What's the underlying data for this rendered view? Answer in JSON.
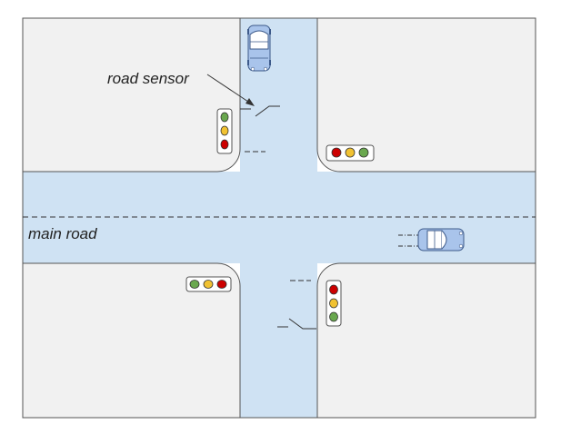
{
  "labels": {
    "road_sensor": "road sensor",
    "main_road": "main road"
  },
  "colors": {
    "block": "#f1f1f1",
    "road": "#cfe2f3",
    "outline": "#555555",
    "car_body": "#a9c4eb",
    "light_red": "#cc0000",
    "light_yellow": "#f1c232",
    "light_green": "#6aa84f"
  },
  "traffic_lights": [
    {
      "id": "north-west",
      "orientation": "vertical",
      "order": [
        "green",
        "yellow",
        "red"
      ]
    },
    {
      "id": "north-east",
      "orientation": "horizontal",
      "order": [
        "red",
        "yellow",
        "green"
      ]
    },
    {
      "id": "south-west",
      "orientation": "horizontal",
      "order": [
        "green",
        "yellow",
        "red"
      ]
    },
    {
      "id": "south-east",
      "orientation": "vertical",
      "order": [
        "red",
        "yellow",
        "green"
      ]
    }
  ],
  "cars": [
    {
      "id": "northbound-car",
      "direction": "vertical"
    },
    {
      "id": "eastbound-car",
      "direction": "horizontal"
    }
  ]
}
